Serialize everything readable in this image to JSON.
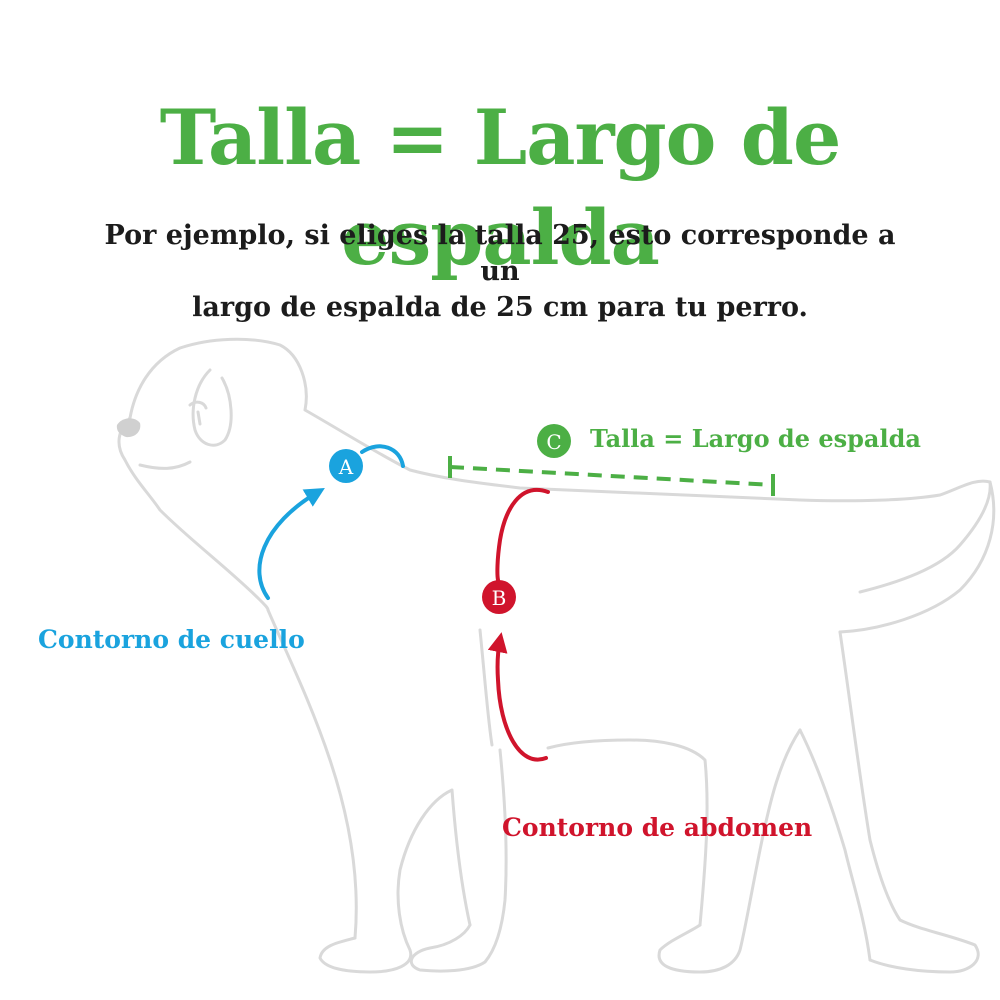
{
  "title": "Talla = Largo de espalda",
  "subtitle": {
    "line1": "Por ejemplo, si eliges la talla 25, esto corresponde a un",
    "line2": "largo de espalda de 25 cm para tu perro."
  },
  "markers": {
    "a": {
      "letter": "A",
      "label": "Contorno de cuello",
      "color": "#1aa3de"
    },
    "b": {
      "letter": "B",
      "label": "Contorno de abdomen",
      "color": "#d0142c"
    },
    "c": {
      "letter": "C",
      "label": "Talla = Largo de espalda",
      "color": "#4caf45"
    }
  },
  "colors": {
    "title": "#4caf45",
    "dog_outline": "#d9d9d9",
    "subtitle": "#1c1c1c"
  }
}
